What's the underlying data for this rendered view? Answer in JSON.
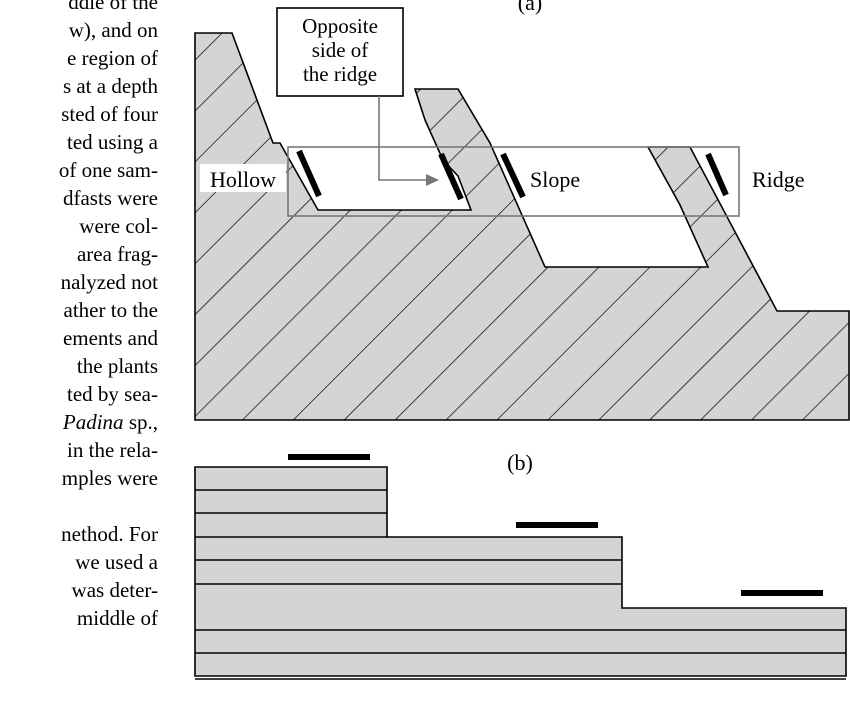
{
  "text_column": {
    "lines": [
      "ddle of the",
      "w), and on",
      "e region of",
      "s at a depth",
      "sted of four",
      "ted using a",
      "of one sam-",
      "dfasts were",
      "were col-",
      "area frag-",
      "nalyzed not",
      "ather to the",
      "ements and",
      "the plants",
      "ted by sea-",
      "Padina sp.,",
      "in the rela-",
      "mples were",
      "",
      "nethod. For",
      "we used a",
      "was deter-",
      "middle of"
    ],
    "italic_fragment": "Padina"
  },
  "figure": {
    "panel_a_label": "(a)",
    "panel_b_label": "(b)",
    "callout": [
      "Opposite",
      "side of",
      "the ridge"
    ],
    "labels": {
      "hollow": "Hollow",
      "slope": "Slope",
      "ridge": "Ridge"
    },
    "colors": {
      "fill": "#d4d4d4",
      "stroke": "#000000",
      "box": "#777777"
    }
  }
}
